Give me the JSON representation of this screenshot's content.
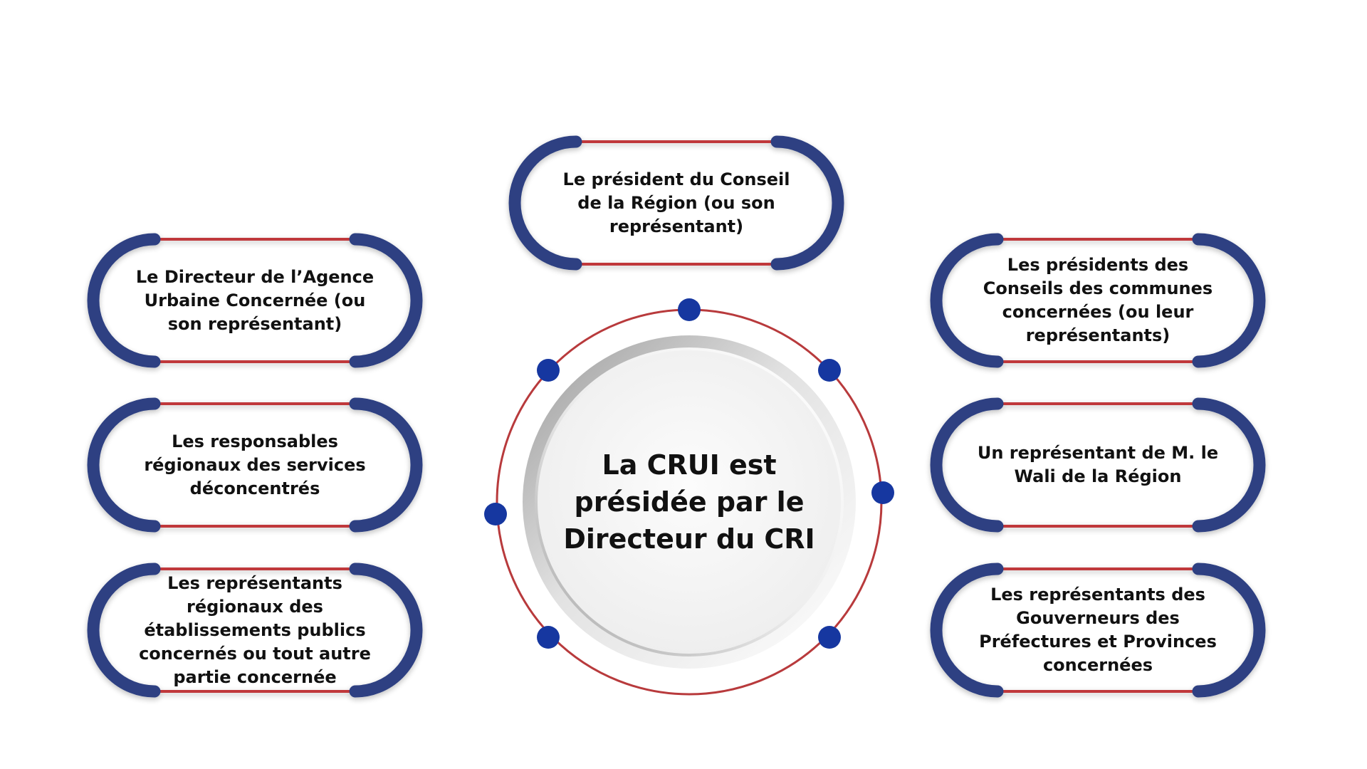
{
  "center": {
    "text": "La CRUI est présidée par le Directeur du CRI"
  },
  "members": [
    {
      "id": "top",
      "text": "Le président du Conseil de la Région (ou son représentant)"
    },
    {
      "id": "left-1",
      "text": "Le Directeur de l’Agence Urbaine Concernée (ou son représentant)"
    },
    {
      "id": "left-2",
      "text": "Les responsables régionaux des services déconcentrés"
    },
    {
      "id": "left-3",
      "text": "Les représentants régionaux des établissements publics concernés ou tout autre partie concernée"
    },
    {
      "id": "right-1",
      "text": "Les présidents des Conseils des communes concernées (ou leur représentants)"
    },
    {
      "id": "right-2",
      "text": "Un représentant de M. le Wali de la Région"
    },
    {
      "id": "right-3",
      "text": "Les représentants des Gouverneurs des Préfectures et Provinces concernées"
    }
  ],
  "colors": {
    "pill_arc": "#2d4182",
    "pill_line": "#c0393b",
    "ring": "#b83a3c",
    "node": "#1637a0",
    "text": "#111111"
  }
}
